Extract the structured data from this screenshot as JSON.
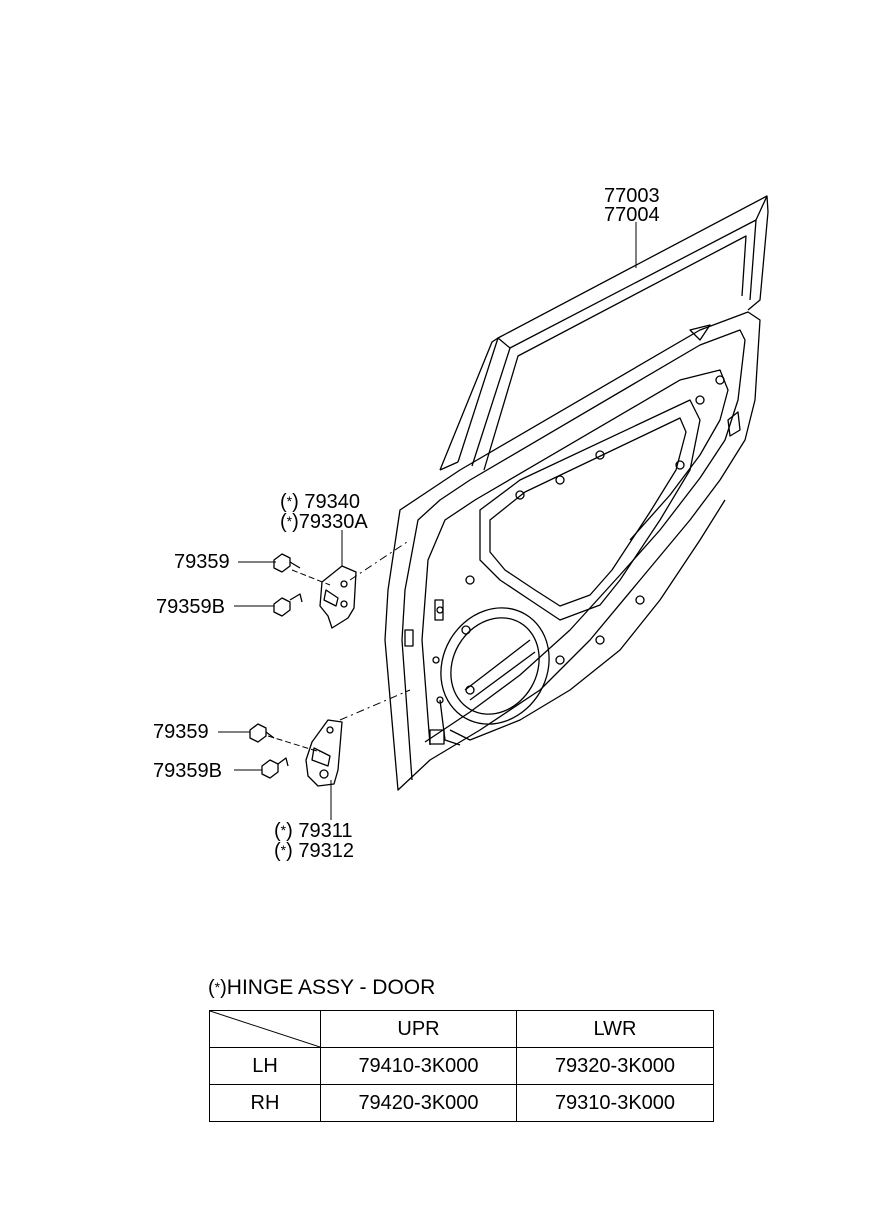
{
  "callouts": {
    "door_a": "77003",
    "door_b": "77004",
    "upper_hinge_a": "79340",
    "upper_hinge_b": "79330A",
    "upper_bolt": "79359",
    "upper_bolt_b": "79359B",
    "lower_bolt": "79359",
    "lower_bolt_b": "79359B",
    "lower_hinge_a": "79311",
    "lower_hinge_b": "79312"
  },
  "asterisk": "*",
  "note": {
    "title": "HINGE ASSY - DOOR"
  },
  "table": {
    "headers": [
      "",
      "UPR",
      "LWR"
    ],
    "rows": [
      {
        "side": "LH",
        "upr": "79410-3K000",
        "lwr": "79320-3K000"
      },
      {
        "side": "RH",
        "upr": "79420-3K000",
        "lwr": "79310-3K000"
      }
    ]
  }
}
